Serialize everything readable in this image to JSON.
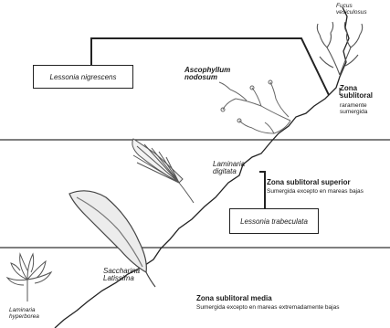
{
  "labels": {
    "fucus": "Fucus\nvesiculosus",
    "ascophyllum": "Ascophyllum\nnodosum",
    "laminaria_digitata": "Laminaria\ndigitata",
    "saccharina": "Saccharina\nLatissima",
    "laminaria_hyperborea": "Laminaria\nhyperborea"
  },
  "boxes": {
    "lessonia_nigrescens": "Lessonia nigrescens",
    "lessonia_trabeculata": "Lessonia trabeculata"
  },
  "zones": {
    "sublitoral": {
      "title": "Zona\nsublitoral",
      "note": "raramente\nsumergida"
    },
    "superior": {
      "title": "Zona sublitoral superior",
      "note": "Sumergida excepto en mareas bajas"
    },
    "media": {
      "title": "Zona sublitoral media",
      "note": "Sumergida excepto en mareas extremadamente bajas"
    }
  },
  "colors": {
    "line": "#222222",
    "seaweed": "#555555"
  }
}
